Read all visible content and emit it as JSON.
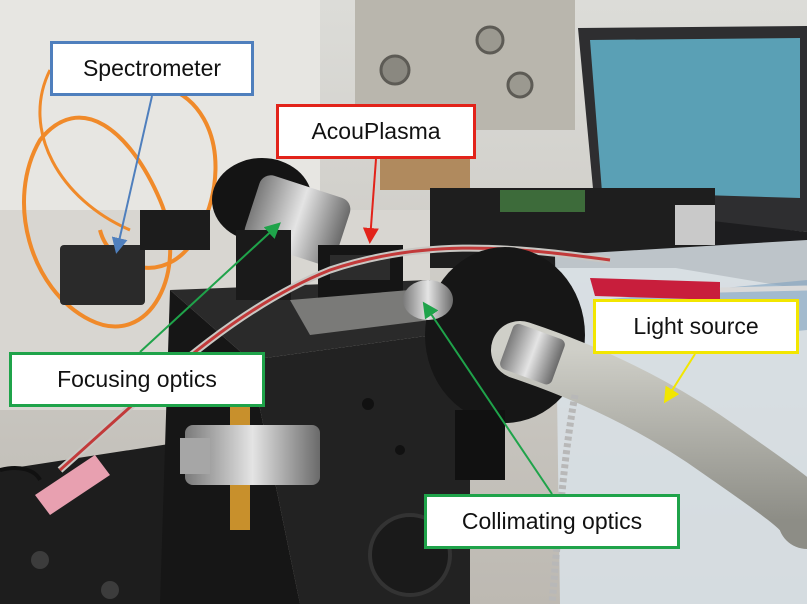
{
  "labels": {
    "spectrometer": "Spectrometer",
    "acouplasma": "AcouPlasma",
    "focusing_optics": "Focusing optics",
    "light_source": "Light source",
    "collimating_optics": "Collimating optics"
  },
  "colors": {
    "spectrometer": "#4f7fbd",
    "acouplasma": "#e2231a",
    "focusing_optics": "#1fa34a",
    "light_source": "#f2e600",
    "collimating_optics": "#1fa34a"
  }
}
